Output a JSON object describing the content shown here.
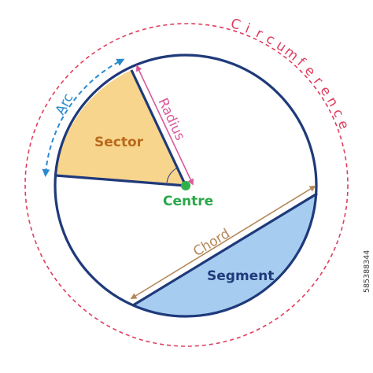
{
  "labels": {
    "sector": "Sector",
    "centre": "Centre",
    "radius": "Radius",
    "arc": "Arc",
    "chord": "Chord",
    "segment": "Segment",
    "circumference": "Circumference"
  },
  "stock_id": "585388344",
  "colors": {
    "circle_stroke": "#1f3a7a",
    "sector_fill": "#f8d58c",
    "segment_fill": "#a6cdf0",
    "centre_dot": "#2fb04a",
    "radius_line": "#d85a9a",
    "arc_line": "#2a8ad0",
    "chord_line": "#b4875a",
    "circumference_dashes": "#e03d5e"
  }
}
